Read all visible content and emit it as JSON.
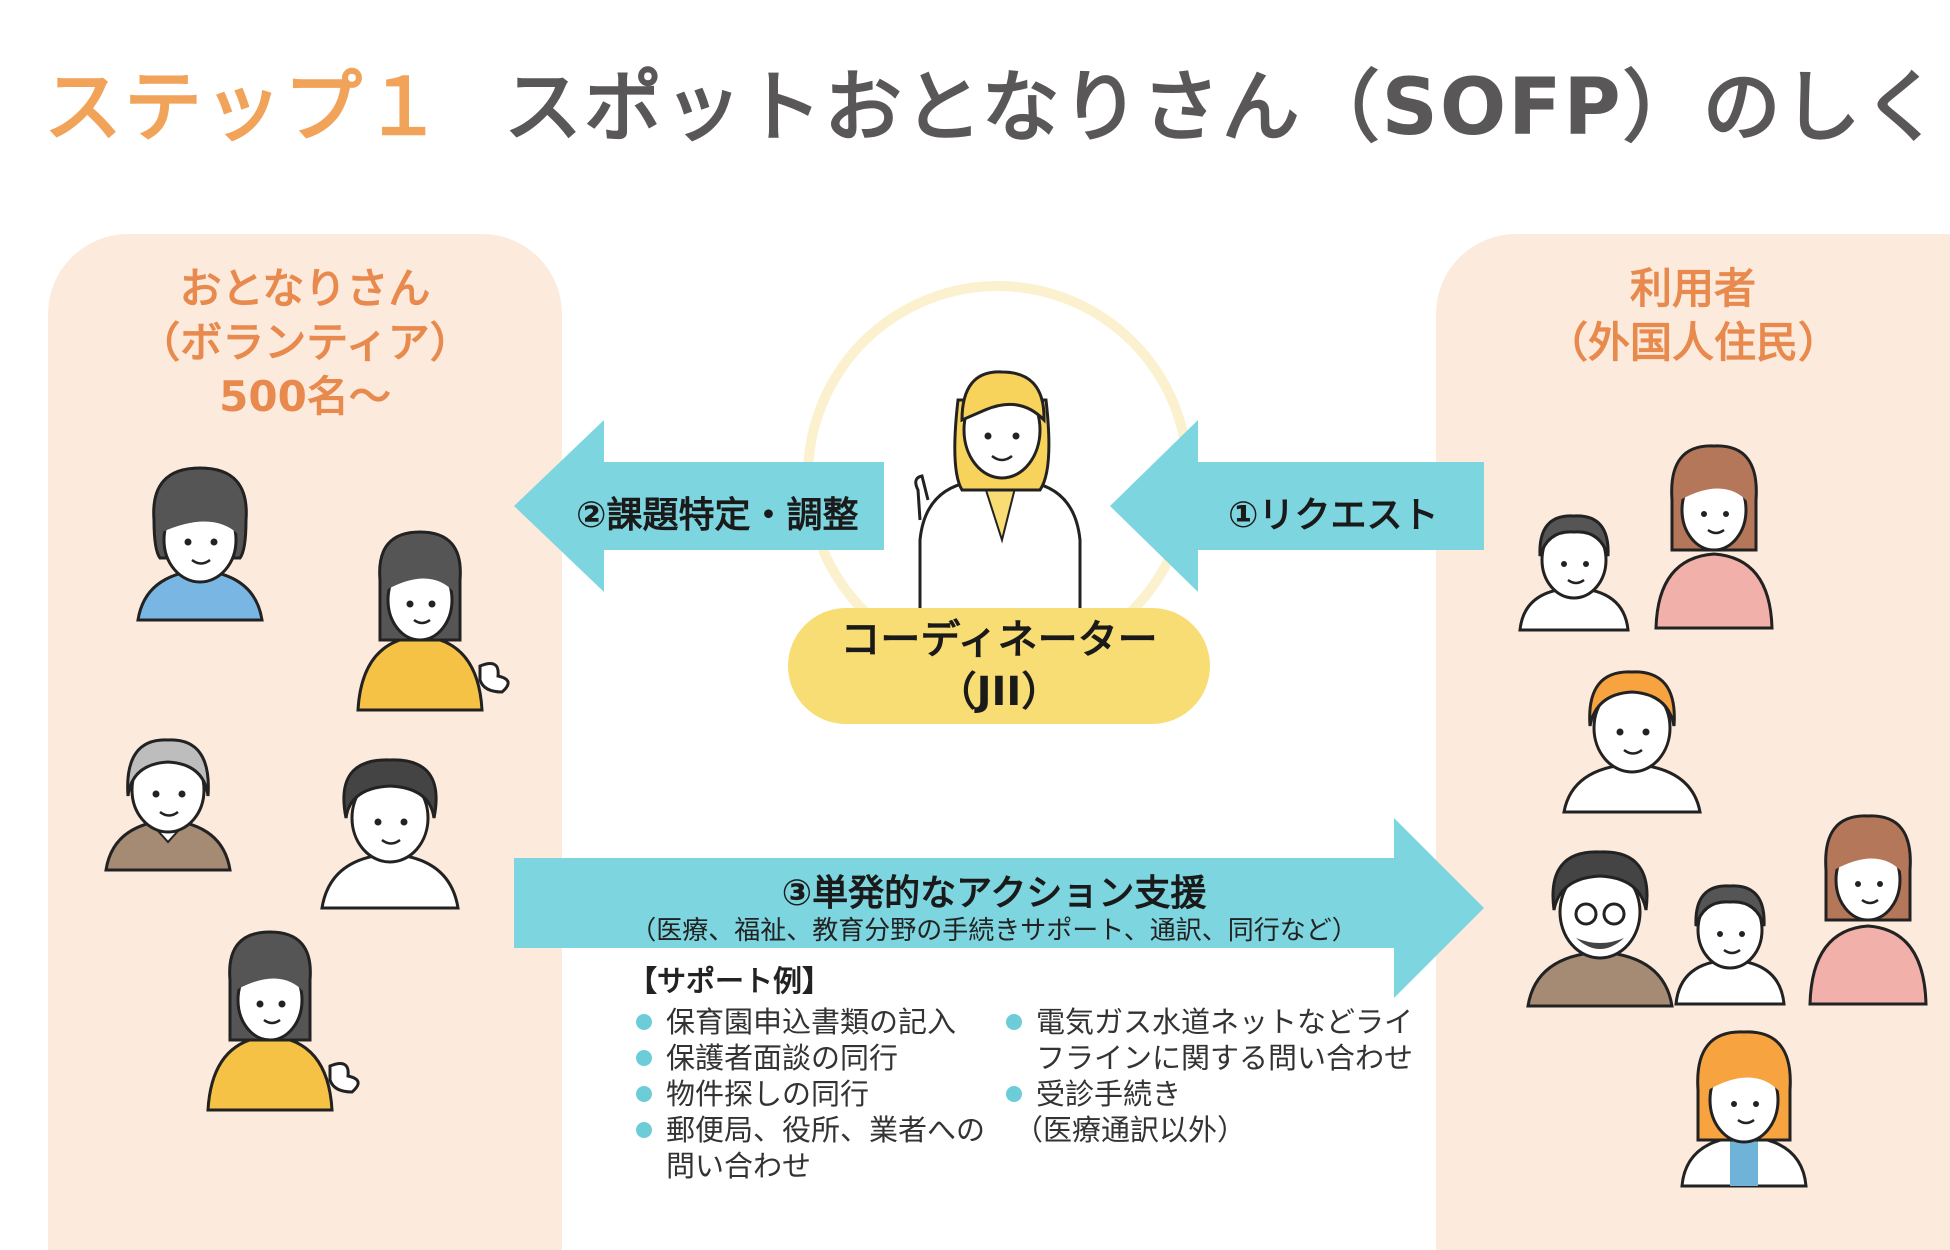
{
  "title": {
    "step": "ステップ１",
    "main": "スポットおとなりさん（SOFP）のしくみ"
  },
  "left_panel": {
    "title_line1": "おとなりさん",
    "title_line2": "（ボランティア）",
    "title_line3": "500名～"
  },
  "right_panel": {
    "title_line1": "利用者",
    "title_line2": "（外国人住民）"
  },
  "arrows": {
    "arrow2": "②課題特定・調整",
    "arrow1": "①リクエスト",
    "arrow3_title": "③単発的なアクション支援",
    "arrow3_sub": "（医療、福祉、教育分野の手続きサポート、通訳、同行など）"
  },
  "coordinator": {
    "line1": "コーディネーター",
    "line2": "（JII）"
  },
  "support": {
    "header": "【サポート例】",
    "col1": [
      {
        "text": "保育園申込書類の記入",
        "cont": ""
      },
      {
        "text": "保護者面談の同行",
        "cont": ""
      },
      {
        "text": "物件探しの同行",
        "cont": ""
      },
      {
        "text": "郵便局、役所、業者への",
        "cont": "問い合わせ"
      }
    ],
    "col2": [
      {
        "text": "電気ガス水道ネットなどライ",
        "cont": "フラインに関する問い合わせ"
      },
      {
        "text": "受診手続き",
        "cont": "（医療通訳以外）"
      }
    ]
  },
  "colors": {
    "accent_orange": "#f2a35a",
    "panel_bg": "#fcebdc",
    "arrow_cyan": "#7dd5df",
    "coordinator_yellow": "#f8dd74",
    "title_gray": "#595757"
  }
}
